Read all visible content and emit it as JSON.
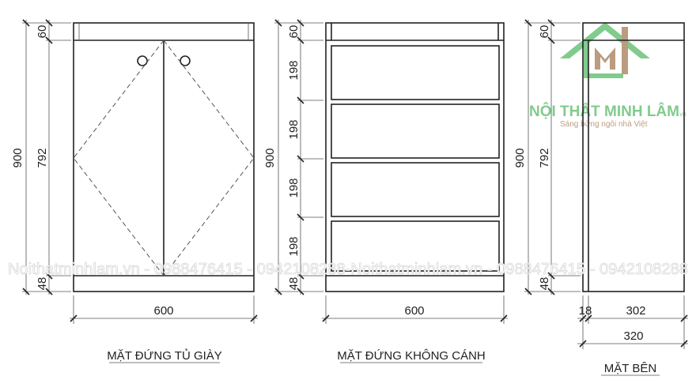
{
  "views": [
    {
      "title": "MẶT ĐỨNG TỦ GIÀY",
      "width_label": "600",
      "height_total": "900",
      "segments": [
        "60",
        "792",
        "48"
      ]
    },
    {
      "title": "MẶT ĐỨNG KHÔNG CÁNH",
      "width_label": "600",
      "height_total": "900",
      "segments": [
        "60",
        "198",
        "198",
        "198",
        "198",
        "48"
      ]
    },
    {
      "title": "MẶT BÊN",
      "height_total": "900",
      "segments": [
        "60",
        "792",
        "48"
      ],
      "depth_parts": [
        "18",
        "302"
      ],
      "depth_total": "320"
    }
  ],
  "watermark": "Noithatminhlam.vn - 0988476415 - 0942108288-Noithatminhlam.vn - 0988476415 - 0942108288",
  "logo": {
    "name": "NỘI THẤT MINH LÂM",
    "suffix": ".vn",
    "slogan": "Sáng bừng ngôi nhà Việt",
    "green": "#5cb85c",
    "brown": "#b08b6a"
  }
}
